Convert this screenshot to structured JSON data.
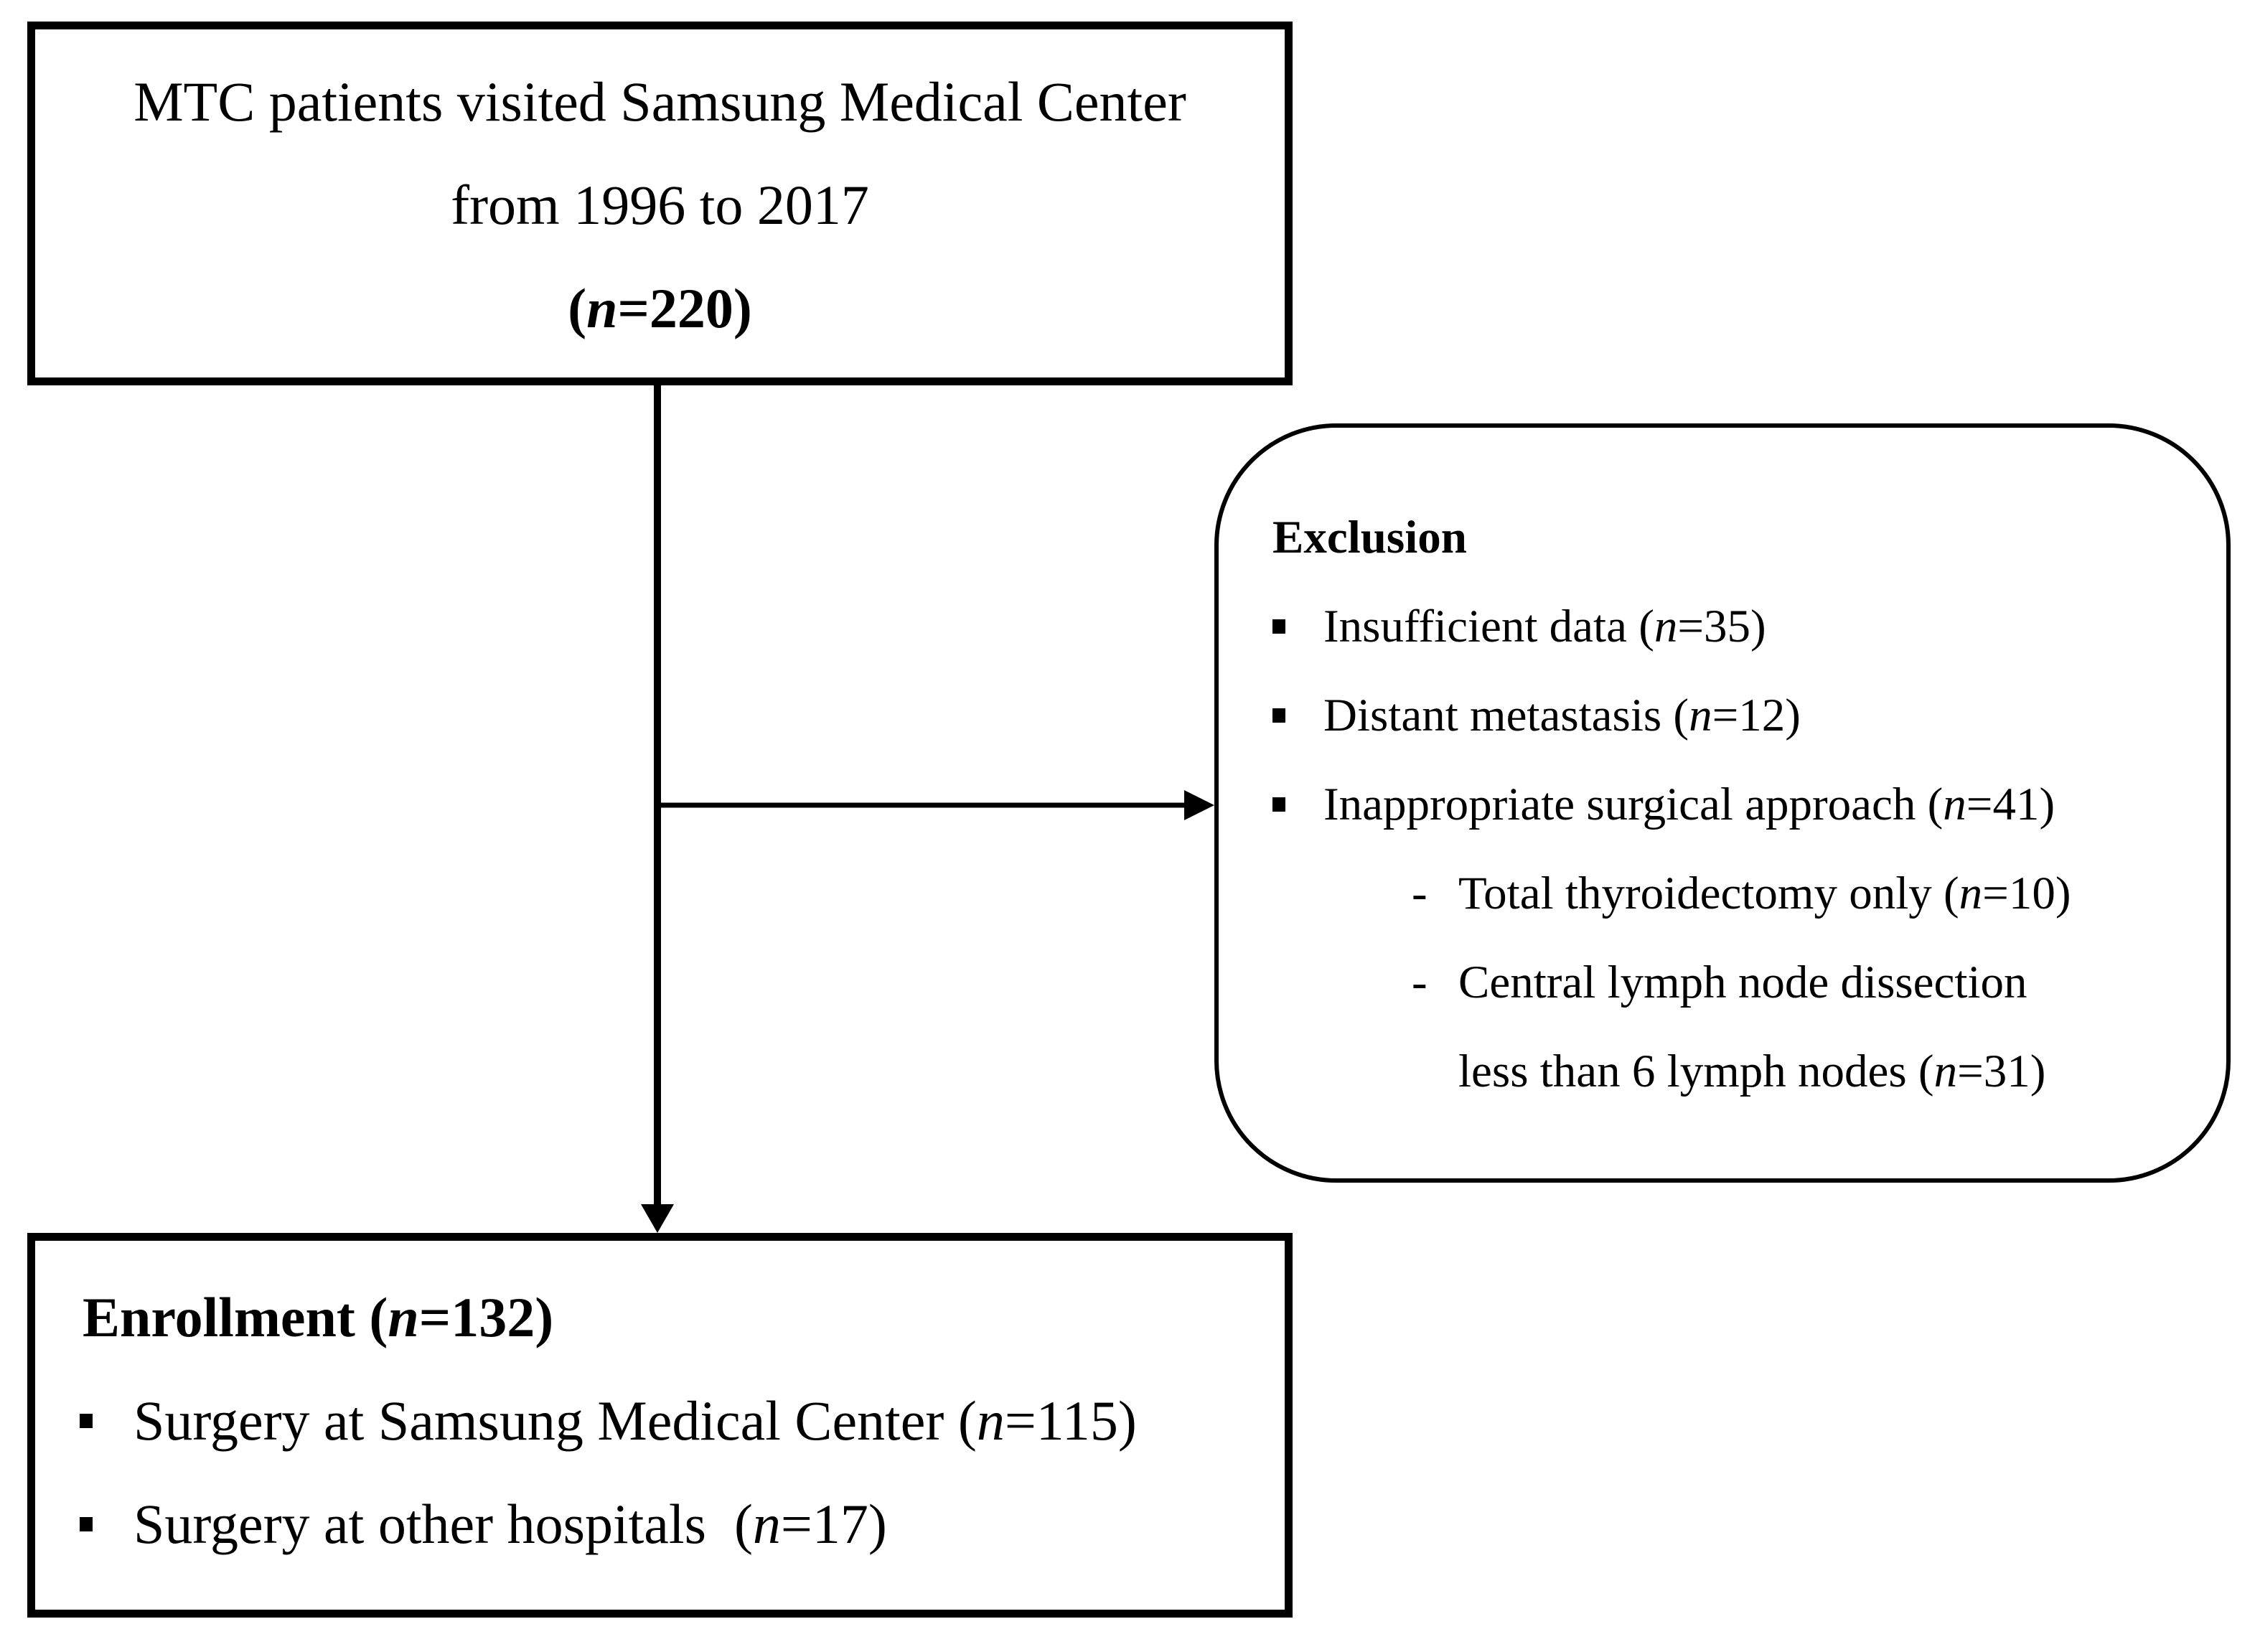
{
  "top_box": {
    "line1": "MTC patients visited Samsung Medical Center",
    "line2": "from 1996 to 2017",
    "count": {
      "pre": "(",
      "n": "n",
      "post": "=220)"
    }
  },
  "exclusion_box": {
    "title": "Exclusion",
    "items": [
      {
        "marker": "•",
        "pre": "Insufficient data (",
        "n": "n",
        "post": "=35)"
      },
      {
        "marker": "•",
        "pre": "Distant metastasis (",
        "n": "n",
        "post": "=12)"
      },
      {
        "marker": "•",
        "pre": "Inappropriate surgical approach (",
        "n": "n",
        "post": "=41)"
      }
    ],
    "sub_items": [
      {
        "marker": "-",
        "pre": "Total thyroidectomy only (",
        "n": "n",
        "post": "=10)"
      },
      {
        "marker": "-",
        "pre": "Central lymph node dissection",
        "n": "",
        "post": ""
      },
      {
        "marker": "",
        "pre": "less than 6 lymph nodes (",
        "n": "n",
        "post": "=31)"
      }
    ]
  },
  "enrollment_box": {
    "title": {
      "pre": "Enrollment (",
      "n": "n",
      "post": "=132)"
    },
    "items": [
      {
        "marker": "•",
        "pre": "Surgery at Samsung Medical Center (",
        "n": "n",
        "post": "=115)"
      },
      {
        "marker": "•",
        "pre": "Surgery at other hospitals  (",
        "n": "n",
        "post": "=17)"
      }
    ]
  },
  "colors": {
    "text": "#000000",
    "line": "#000000",
    "background": "#ffffff"
  }
}
